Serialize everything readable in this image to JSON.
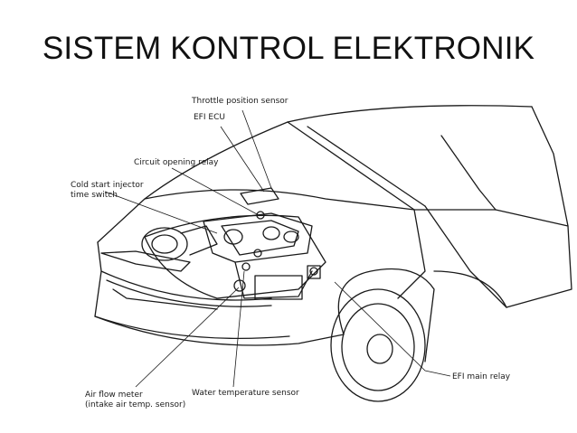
{
  "title": "SISTEM KONTROL ELEKTRONIK",
  "labels": {
    "throttle_position_sensor": "Throttle position sensor",
    "efi_ecu": "EFI ECU",
    "circuit_opening_relay": "Circuit opening relay",
    "cold_start_line1": "Cold start injector",
    "cold_start_line2": "time switch",
    "efi_main_relay": "EFI main relay",
    "water_temperature_sensor": "Water temperature sensor",
    "air_flow_line1": "Air flow meter",
    "air_flow_line2": "(intake air temp. sensor)"
  },
  "colors": {
    "line": "#1a1a1a",
    "background": "#ffffff"
  }
}
